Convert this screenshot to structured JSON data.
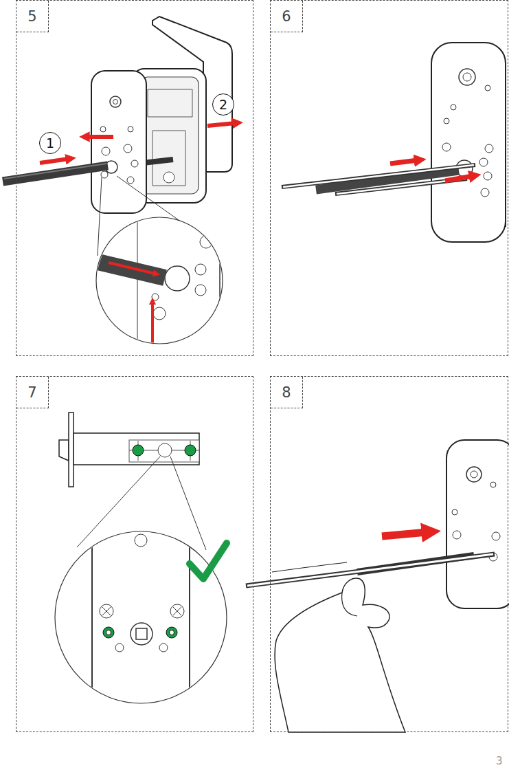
{
  "diagram": {
    "nodes": [
      {
        "text": [
          "5"
        ]
      },
      {
        "text": [
          "1"
        ],
        "in": 0
      },
      {
        "text": [
          "2"
        ],
        "in": 0
      },
      {
        "text": [
          "6"
        ]
      },
      {
        "text": [
          "7"
        ]
      },
      {
        "text": [
          "8"
        ]
      }
    ],
    "labels": [
      "3"
    ]
  }
}
